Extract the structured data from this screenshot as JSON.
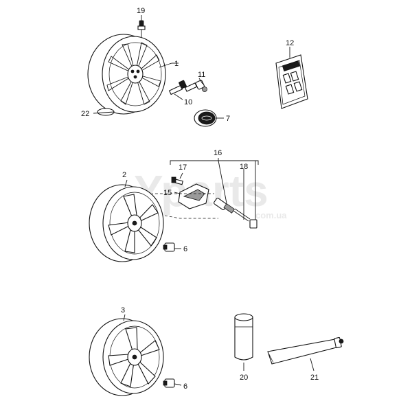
{
  "watermark": {
    "main": "Yparts",
    "sub": "com.ua"
  },
  "callouts": {
    "c1": "1",
    "c2": "2",
    "c3": "3",
    "c6a": "6",
    "c6b": "6",
    "c7": "7",
    "c10": "10",
    "c11": "11",
    "c12": "12",
    "c15": "15",
    "c16": "16",
    "c17": "17",
    "c18": "18",
    "c19": "19",
    "c20": "20",
    "c21": "21",
    "c22": "22"
  },
  "part_names": {
    "wheel_top": "alloy-wheel-7-spoke",
    "wheel_middle": "alloy-wheel-5-double-spoke",
    "wheel_bottom": "alloy-wheel-5-spoke",
    "tpms_sensor": "tire-pressure-sensor",
    "valve": "tire-valve"
  }
}
